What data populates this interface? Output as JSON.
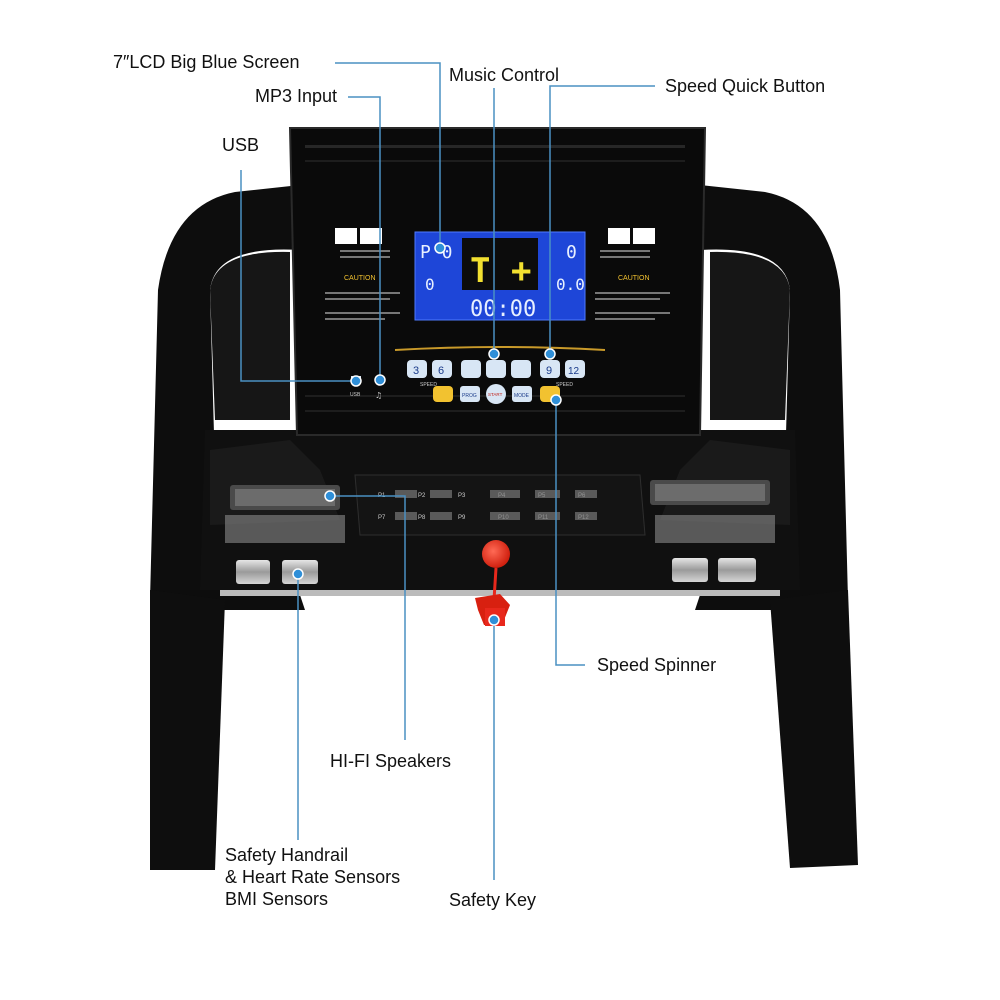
{
  "callouts": {
    "lcd": "7″LCD Big Blue Screen",
    "mp3": "MP3 Input",
    "usb": "USB",
    "music": "Music Control",
    "speed_quick": "Speed Quick Button",
    "speed_spinner": "Speed Spinner",
    "speakers": "HI-FI Speakers",
    "handrail": [
      "Safety Handrail",
      "& Heart Rate Sensors",
      "BMI Sensors"
    ],
    "safety_key": "Safety Key"
  },
  "console": {
    "display_program": "P 0",
    "display_main": "T +",
    "display_time": "00:00",
    "display_top_right": "0",
    "display_mid_left": "0",
    "display_mid_right": "0.0",
    "caution_left": "CAUTION",
    "caution_right": "CAUTION",
    "usb_port_label": "USB",
    "speed_label_left": "SPEED",
    "speed_label_right": "SPEED",
    "prog_button": "PROG",
    "mode_button": "MODE",
    "start_button": "START",
    "program_labels": [
      "P1",
      "P2",
      "P3",
      "P4",
      "P5",
      "P6",
      "P7",
      "P8",
      "P9",
      "P10",
      "P11",
      "P12"
    ],
    "quick_speed_left": [
      "3",
      "6"
    ],
    "quick_speed_right": [
      "9",
      "12"
    ]
  },
  "colors": {
    "frame": "#0b0b0b",
    "lcd_blue": "#1e46d8",
    "callout_line": "#4a90c2",
    "callout_dot": "#2f8fd8",
    "safety_key": "#e8281c",
    "accent_yellow": "#f2c230"
  }
}
